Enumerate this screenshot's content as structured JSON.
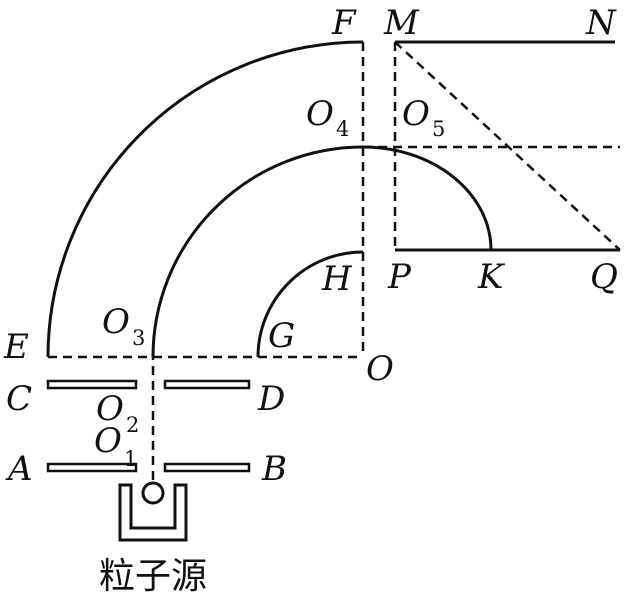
{
  "labels": {
    "F": "F",
    "M": "M",
    "N": "N",
    "O4": "O",
    "O4_sub": "4",
    "O5": "O",
    "O5_sub": "5",
    "H": "H",
    "P": "P",
    "K": "K",
    "Q": "Q",
    "E": "E",
    "G": "G",
    "O3": "O",
    "O3_sub": "3",
    "O": "O",
    "C": "C",
    "D": "D",
    "O2": "O",
    "O2_sub": "2",
    "O1": "O",
    "O1_sub": "1",
    "A": "A",
    "B": "B"
  },
  "source_label": "粒子源",
  "colors": {
    "ink": "#111111",
    "background": "#ffffff"
  }
}
